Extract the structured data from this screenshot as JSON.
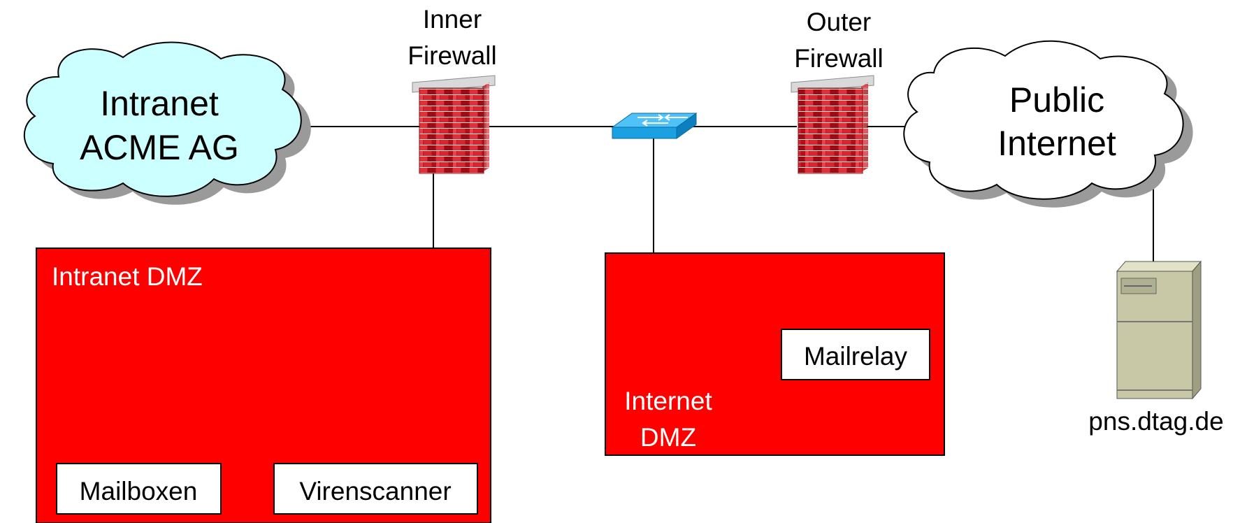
{
  "clouds": {
    "intranet": {
      "line1": "Intranet",
      "line2": "ACME AG"
    },
    "internet": {
      "line1": "Public",
      "line2": "Internet"
    }
  },
  "firewalls": {
    "inner": {
      "line1": "Inner",
      "line2": "Firewall"
    },
    "outer": {
      "line1": "Outer",
      "line2": "Firewall"
    }
  },
  "zones": {
    "intranet_dmz": {
      "label": "Intranet DMZ",
      "boxes": {
        "mailboxen": "Mailboxen",
        "virenscanner": "Virenscanner"
      }
    },
    "internet_dmz": {
      "line1": "Internet",
      "line2": "DMZ",
      "boxes": {
        "mailrelay": "Mailrelay"
      }
    }
  },
  "server": {
    "label": "pns.dtag.de"
  },
  "colors": {
    "dmz_fill": "#ff0000",
    "intranet_cloud": "#ccffff",
    "internet_cloud": "#ffffff",
    "switch": "#1ba1e2",
    "server": "#c8c8a6"
  }
}
